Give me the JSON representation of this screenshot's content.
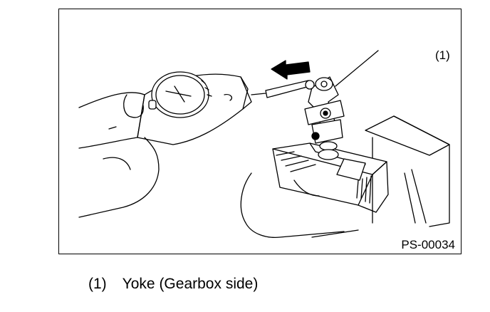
{
  "figure": {
    "callout_label": "(1)",
    "figure_code": "PS-00034"
  },
  "legend": [
    {
      "marker": "(1)",
      "text": "Yoke (Gearbox side)"
    }
  ],
  "icons": {
    "direction": "arrow-left-icon"
  }
}
